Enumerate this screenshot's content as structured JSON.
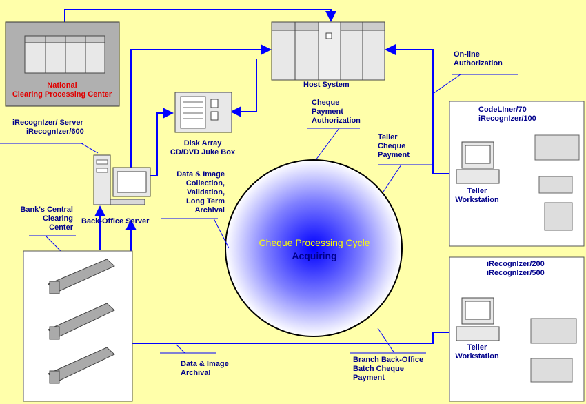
{
  "national_center": {
    "line1": "National",
    "line2": "Clearing Processing Center"
  },
  "host_system": "Host System",
  "disk_array": {
    "line1": "Disk Array",
    "line2": "CD/DVD Juke Box"
  },
  "irecognizer_server": {
    "line1": "iRecognIzer/ Server",
    "line2": "iRecognIzer/600"
  },
  "back_office_server": "Back-Office Server",
  "banks_central": {
    "line1": "Bank's Central",
    "line2": "Clearing",
    "line3": "Center"
  },
  "data_collection": {
    "line1": "Data & Image",
    "line2": "Collection,",
    "line3": "Validation,",
    "line4": "Long Term",
    "line5": "Archival"
  },
  "cheque_payment_auth": {
    "line1": "Cheque",
    "line2": "Payment",
    "line3": "Authorization"
  },
  "teller_cheque_payment": {
    "line1": "Teller",
    "line2": "Cheque",
    "line3": "Payment"
  },
  "online_auth": {
    "line1": "On-line",
    "line2": "Authorization"
  },
  "codeliner": {
    "line1": "CodeLIner/70",
    "line2": "iRecognIzer/100"
  },
  "teller_ws_1": {
    "line1": "Teller",
    "line2": "Workstation"
  },
  "irecognizer_200": {
    "line1": "iRecognIzer/200",
    "line2": "iRecognIzer/500"
  },
  "teller_ws_2": {
    "line1": "Teller",
    "line2": "Workstation"
  },
  "cycle": {
    "line1": "Cheque Processing Cycle",
    "line2": "Acquiring"
  },
  "data_archival": {
    "line1": "Data & Image",
    "line2": "Archival"
  },
  "branch_batch": {
    "line1": "Branch Back-Office",
    "line2": "Batch Cheque",
    "line3": "Payment"
  },
  "colors": {
    "background": "#FFFFAA",
    "arrow": "#0000FF",
    "label": "#00008B",
    "highlight": "#E00000",
    "cycle_title": "#FFFF00"
  }
}
